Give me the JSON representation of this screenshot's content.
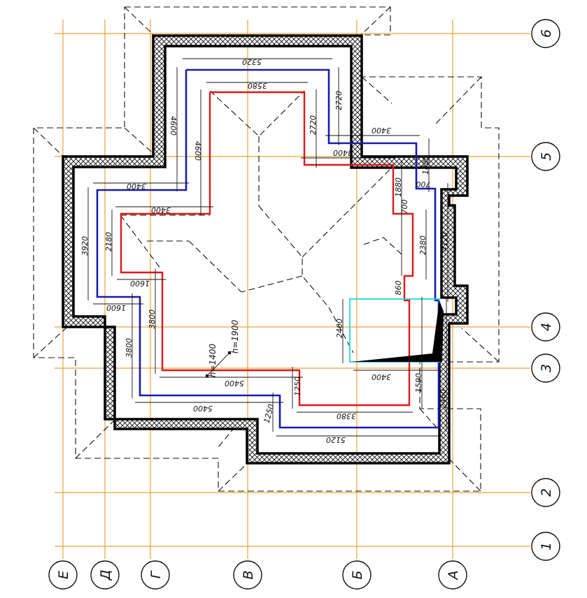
{
  "axes": {
    "horizontal": [
      "1",
      "2",
      "3",
      "4",
      "5",
      "6"
    ],
    "vertical": [
      "Е",
      "Д",
      "Г",
      "В",
      "Б",
      "А"
    ]
  },
  "dimensions": {
    "blue_top": "5320",
    "red_top": "3580",
    "blue_right_upper": "2720",
    "red_right_upper": "2720",
    "blue_left_upper": "4600",
    "red_left_upper": "4600",
    "blue_step_upper_left": "3400",
    "red_step_upper_left": "3400",
    "blue_step_upper_right": "3400",
    "red_step_upper_right": "3400",
    "blue_left_wing": "3920",
    "red_left_wing": "2180",
    "blue_wing_bottom": "1600",
    "red_wing_bottom": "1600",
    "blue_left_lower": "3800",
    "red_left_lower": "3800",
    "red_bottom_left": "5400",
    "blue_bottom_left": "5400",
    "red_step_down": "1250",
    "blue_step_down": "1250",
    "red_bottom_right": "3380",
    "blue_bottom_right": "5120",
    "red_right_lower": "1590",
    "blue_right_lower": "2460",
    "red_right_mid": "2380",
    "red_right_step_a": "1880",
    "blue_right_step_a": "1880",
    "red_notch_a": "700",
    "blue_notch_a": "700",
    "red_notch_b": "860",
    "blue_right_mid": "4120",
    "cyan_height": "2400",
    "cyan_width": "3400"
  },
  "heights": {
    "h_low": "h=1400",
    "h_high": "h=1900"
  },
  "colors": {
    "axis": "#e8a33d",
    "wall": "#000000",
    "blue_line": "#1a1ab0",
    "red_line": "#e01818",
    "cyan_line": "#25d6d6"
  }
}
